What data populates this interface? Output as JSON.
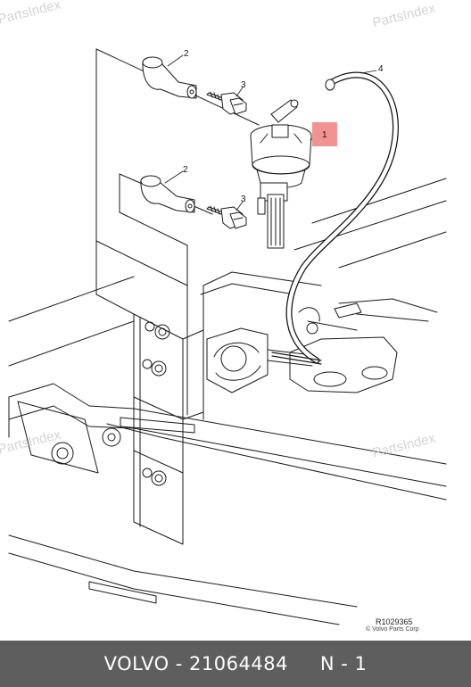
{
  "watermark": "PartsIndex",
  "callouts": {
    "c1": "1",
    "c2a": "2",
    "c2b": "2",
    "c3a": "3",
    "c3b": "3",
    "c4": "4"
  },
  "drawing_ref": "R1029365",
  "copyright": "© Volvo Parts Corp",
  "footer": {
    "brand": "VOLVO",
    "sep1": " - ",
    "part_number": "21064484",
    "gap": "     ",
    "position": "N - 1"
  },
  "colors": {
    "highlight": "#f29393",
    "footer_bg": "#5e5e5e",
    "watermark": "#d4d4d4"
  }
}
